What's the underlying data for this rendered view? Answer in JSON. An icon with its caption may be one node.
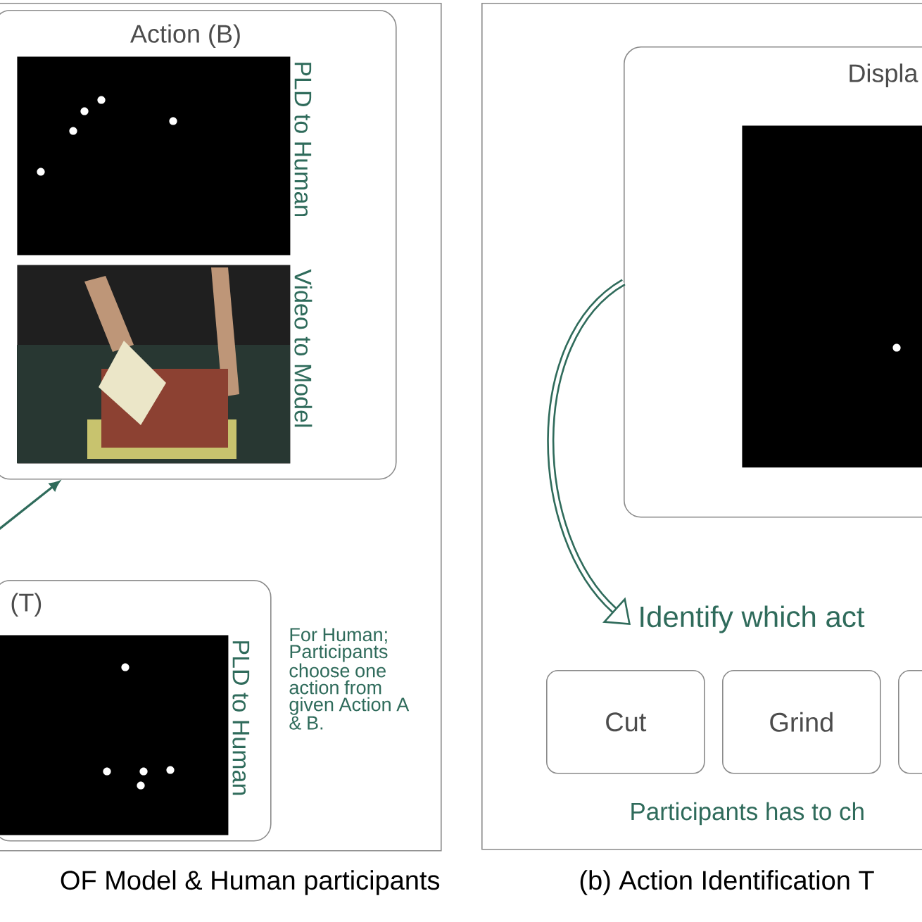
{
  "diagram": {
    "nodes": [
      {
        "text": [],
        "shape": "box"
      },
      {
        "text": [
          "Action (B)"
        ],
        "in": 0
      },
      {
        "text": [],
        "shape": "picture",
        "in": 1,
        "beside": [
          "PLD to Human"
        ]
      },
      {
        "text": [],
        "shape": "picture",
        "in": 1,
        "beside": [
          "Video to Model"
        ]
      },
      {
        "text": [
          "(T)"
        ],
        "in": 0
      },
      {
        "text": [],
        "shape": "picture",
        "in": 4,
        "beside": [
          "PLD to Human"
        ]
      },
      {
        "text": [],
        "shape": "box"
      },
      {
        "text": [
          "Displa"
        ],
        "in": 6
      },
      {
        "text": [],
        "shape": "picture",
        "in": 7
      },
      {
        "text": [
          "Identify which act"
        ],
        "in": 6
      },
      {
        "text": [
          "Cut"
        ],
        "in": 6
      },
      {
        "text": [
          "Grind"
        ],
        "in": 6
      },
      {
        "text": [],
        "shape": "box",
        "in": 6
      }
    ],
    "edges": [
      {
        "from": null,
        "to": 1,
        "arrow": "to"
      },
      {
        "from": 7,
        "to": 9,
        "arrow": "to",
        "style": "thick"
      }
    ],
    "labels": [
      "For Human; Participants choose one action from given Action A & B.",
      "Participants has to ch",
      "OF Model & Human participants",
      "(b) Action Identification T"
    ]
  }
}
